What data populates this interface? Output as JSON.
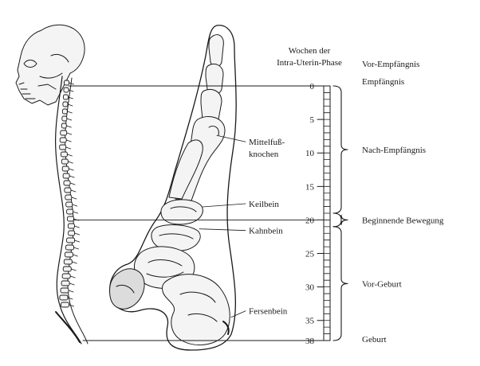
{
  "scale": {
    "heading_line1": "Wochen der",
    "heading_line2": "Intra-Uterin-Phase",
    "week_min": 0,
    "week_max": 38,
    "ticks": [
      0,
      5,
      10,
      15,
      20,
      25,
      30,
      35,
      38
    ],
    "minor_step": 1
  },
  "phases": [
    {
      "label": "Vor-Empfängnis"
    },
    {
      "label": "Empfängnis",
      "week": 0
    },
    {
      "label": "Nach-Empfängnis",
      "from": 0,
      "to": 19
    },
    {
      "label": "Beginnende Bewegung",
      "from": 19,
      "to": 21
    },
    {
      "label": "Vor-Geburt",
      "from": 21,
      "to": 38
    },
    {
      "label": "Geburt",
      "week": 38
    }
  ],
  "foot_labels": [
    {
      "line1": "Mittelfuß-",
      "line2": "knochen",
      "week": 10
    },
    {
      "line1": "Keilbein",
      "week": 19
    },
    {
      "line1": "Kahnbein",
      "week": 23
    },
    {
      "line1": "Fersenbein",
      "week": 35
    }
  ],
  "colors": {
    "ink": "#1a1a1a",
    "paper": "#ffffff"
  }
}
